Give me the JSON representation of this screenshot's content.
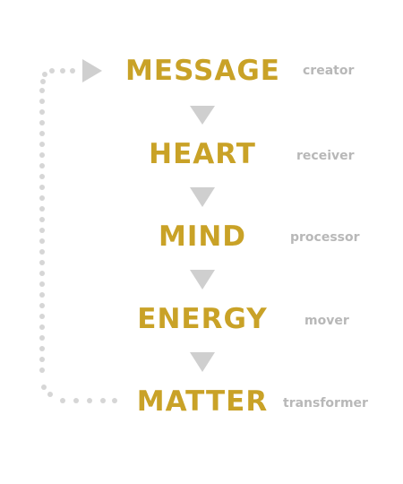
{
  "colors": {
    "stage_text": "#c9a227",
    "role_text": "#b8b8b8",
    "arrow": "#cfcfcf",
    "dots": "#d6d6d6"
  },
  "icons": {
    "down_arrow": "triangle-down-icon",
    "loop_arrow": "triangle-right-icon",
    "loop_dots": "dotted-loop-connector"
  },
  "stages": [
    {
      "name": "MESSAGE",
      "role": "creator"
    },
    {
      "name": "HEART",
      "role": "receiver"
    },
    {
      "name": "MIND",
      "role": "processor"
    },
    {
      "name": "ENERGY",
      "role": "mover"
    },
    {
      "name": "MATTER",
      "role": "transformer"
    }
  ]
}
